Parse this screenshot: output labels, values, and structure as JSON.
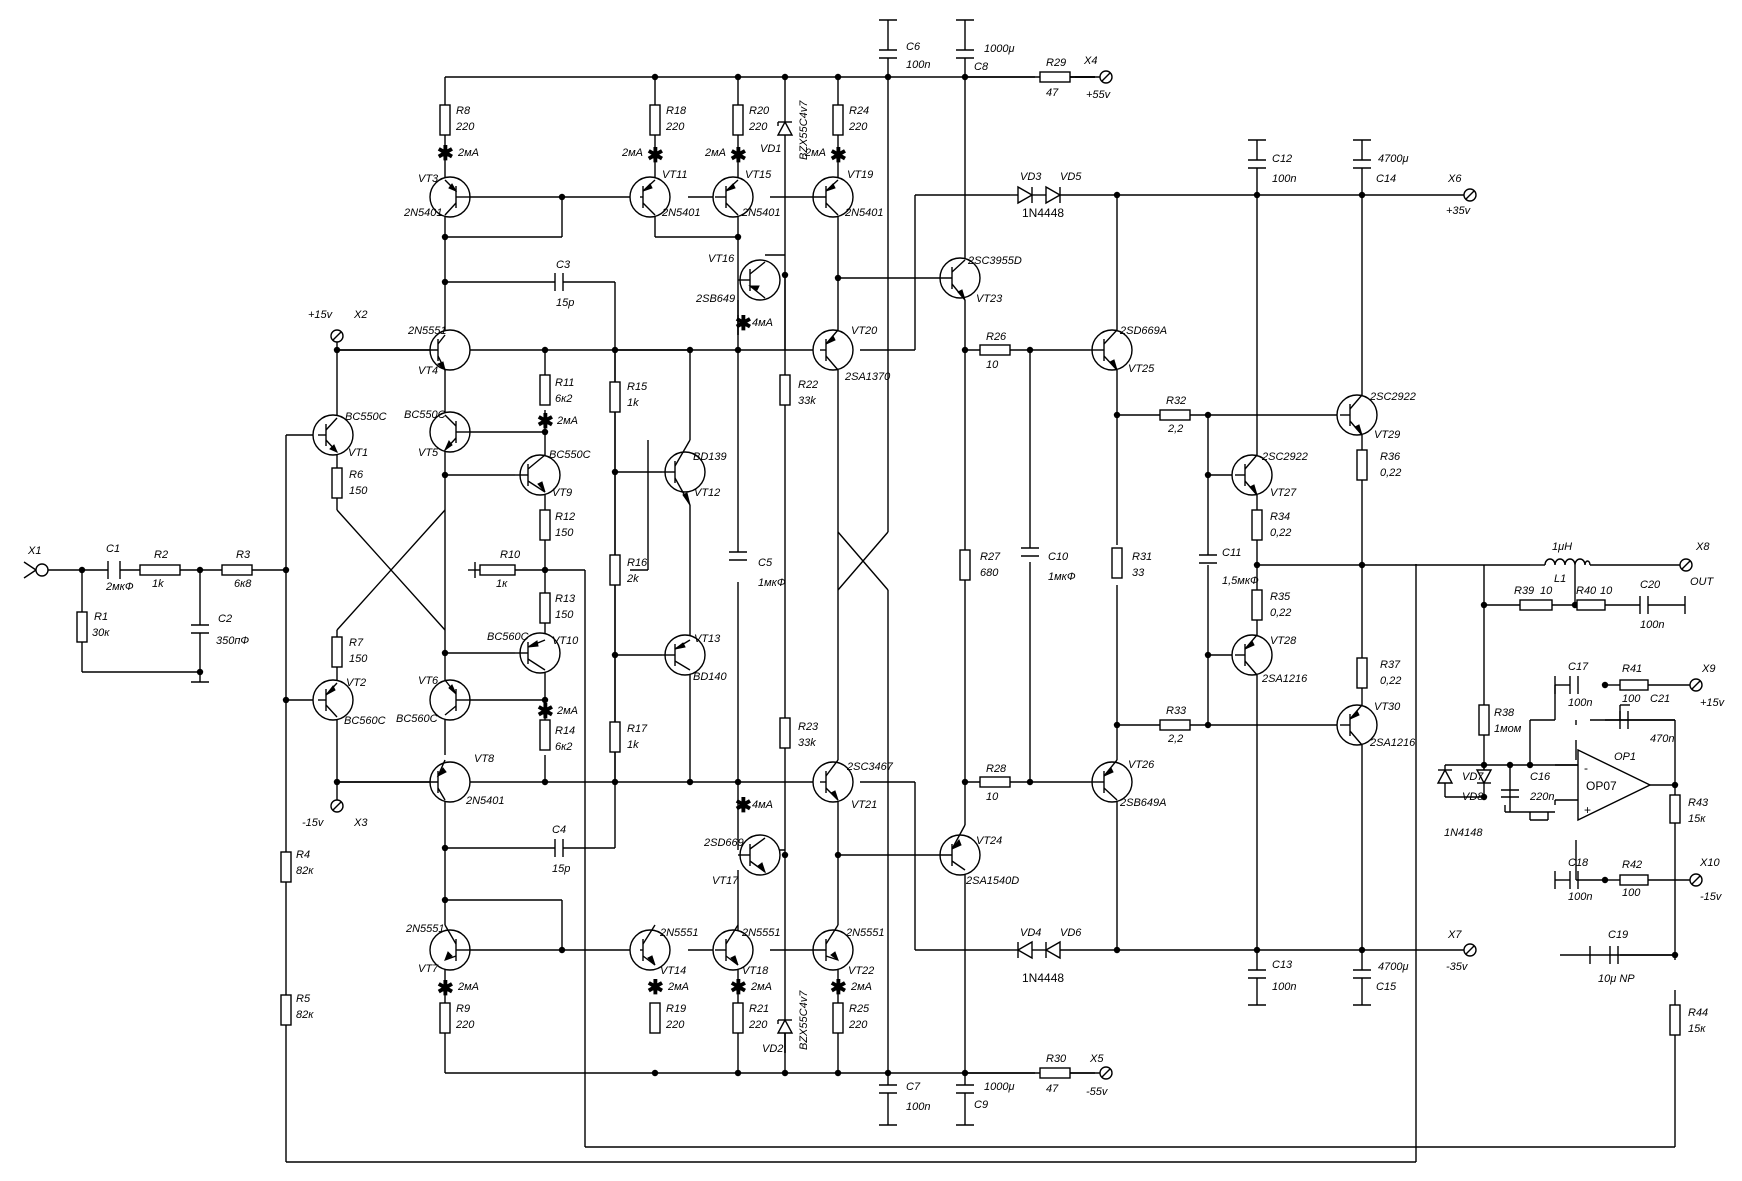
{
  "components": {
    "x1": "X1",
    "c1": "C1",
    "c1_val": "2мкФ",
    "r2": "R2",
    "r2_val": "1k",
    "r3": "R3",
    "r3_val": "6к8",
    "r1": "R1",
    "r1_val": "30к",
    "c2": "C2",
    "c2_val": "350пФ",
    "r4": "R4",
    "r4_val": "82к",
    "r5": "R5",
    "r5_val": "82к",
    "vt1": "VT1",
    "vt1_type": "BC550C",
    "vt2": "VT2",
    "vt2_type": "BC560C",
    "r6": "R6",
    "r6_val": "150",
    "r7": "R7",
    "r7_val": "150",
    "x2": "X2",
    "x2_v": "+15v",
    "x3": "X3",
    "x3_v": "-15v",
    "vt3": "VT3",
    "vt3_type": "2N5401",
    "r8": "R8",
    "r8_val": "220",
    "i8": "2мА",
    "vt4": "VT4",
    "vt4_type": "2N5551",
    "vt5": "VT5",
    "vt5_type": "BC550C",
    "vt6": "VT6",
    "vt6_type": "BC560C",
    "vt7": "VT7",
    "vt7_type": "2N5551",
    "vt8": "VT8",
    "vt8_type": "2N5401",
    "r9": "R9",
    "r9_val": "220",
    "i9": "2мА",
    "r11": "R11",
    "r11_val": "6к2",
    "i11": "2мА",
    "vt9": "VT9",
    "vt9_type": "BC550C",
    "r12": "R12",
    "r12_val": "150",
    "r10": "R10",
    "r10_val": "1к",
    "r13": "R13",
    "r13_val": "150",
    "vt10": "VT10",
    "vt10_type": "BC560C",
    "r14": "R14",
    "r14_val": "6к2",
    "i14": "2мА",
    "c3": "C3",
    "c3_val": "15p",
    "c4": "C4",
    "c4_val": "15p",
    "r15": "R15",
    "r15_val": "1k",
    "r16": "R16",
    "r16_val": "2k",
    "r17": "R17",
    "r17_val": "1k",
    "vt12": "VT12",
    "vt12_type": "BD139",
    "vt13": "VT13",
    "vt13_type": "BD140",
    "r18": "R18",
    "r18_val": "220",
    "i18": "2мА",
    "vt11": "VT11",
    "vt11_type": "2N5401",
    "r20": "R20",
    "r20_val": "220",
    "i20": "2мА",
    "vt15": "VT15",
    "vt15_type": "2N5401",
    "vd1": "VD1",
    "vd1_type": "BZX55C4v7",
    "r24": "R24",
    "r24_val": "220",
    "i24": "2мА",
    "vt19": "VT19",
    "vt19_type": "2N5401",
    "vt16": "VT16",
    "vt16_type": "2SB649",
    "i16": "4мА",
    "r22": "R22",
    "r22_val": "33k",
    "vt20": "VT20",
    "vt20_type": "2SA1370",
    "c5": "C5",
    "c5_val": "1мкФ",
    "r23": "R23",
    "r23_val": "33k",
    "vt21": "VT21",
    "vt21_type": "2SC3467",
    "i17": "4мА",
    "vt17": "VT17",
    "vt17_type": "2SD669",
    "vt14": "VT14",
    "vt14_type": "2N5551",
    "i14b": "2мА",
    "r19": "R19",
    "r19_val": "220",
    "vt18": "VT18",
    "vt18_type": "2N5551",
    "i18b": "2мА",
    "r21": "R21",
    "r21_val": "220",
    "vd2": "VD2",
    "vd2_type": "BZX55C4v7",
    "vt22": "VT22",
    "vt22_type": "2N5551",
    "i22": "2мА",
    "r25": "R25",
    "r25_val": "220",
    "c6": "C6",
    "c6_val": "100n",
    "c8": "C8",
    "c8_val": "1000μ",
    "r29": "R29",
    "r29_val": "47",
    "x4": "X4",
    "x4_v": "+55v",
    "c7": "C7",
    "c7_val": "100n",
    "c9": "C9",
    "c9_val": "1000μ",
    "r30": "R30",
    "r30_val": "47",
    "x5": "X5",
    "x5_v": "-55v",
    "vt23": "VT23",
    "vt23_type": "2SC3955D",
    "vt24": "VT24",
    "vt24_type": "2SA1540D",
    "vd3": "VD3",
    "vd5": "VD5",
    "vd35_type": "1N4448",
    "vd4": "VD4",
    "vd6": "VD6",
    "vd46_type": "1N4448",
    "r26": "R26",
    "r26_val": "10",
    "r27": "R27",
    "r27_val": "680",
    "r28": "R28",
    "r28_val": "10",
    "c10": "C10",
    "c10_val": "1мкФ",
    "vt25": "VT25",
    "vt25_type": "2SD669A",
    "vt26": "VT26",
    "vt26_type": "2SB649A",
    "r31": "R31",
    "r31_val": "33",
    "r32": "R32",
    "r32_val": "2,2",
    "r33": "R33",
    "r33_val": "2,2",
    "c11": "C11",
    "c11_val": "1,5мкФ",
    "vt27": "VT27",
    "vt27_type": "2SC2922",
    "r34": "R34",
    "r34_val": "0,22",
    "r35": "R35",
    "r35_val": "0,22",
    "vt28": "VT28",
    "vt28_type": "2SA1216",
    "c12": "C12",
    "c12_val": "100n",
    "c14": "C14",
    "c14_val": "4700μ",
    "x6": "X6",
    "x6_v": "+35v",
    "c13": "C13",
    "c13_val": "100n",
    "c15": "C15",
    "c15_val": "4700μ",
    "x7": "X7",
    "x7_v": "-35v",
    "vt29": "VT29",
    "vt29_type": "2SC2922",
    "r36": "R36",
    "r36_val": "0,22",
    "r37": "R37",
    "r37_val": "0,22",
    "vt30": "VT30",
    "vt30_type": "2SA1216",
    "l1": "L1",
    "l1_val": "1μH",
    "x8": "X8",
    "x8_lbl": "OUT",
    "r39": "R39",
    "r39_val": "10",
    "r40": "R40",
    "r40_val": "10",
    "c20": "C20",
    "c20_val": "100n",
    "r38": "R38",
    "r38_val": "1мом",
    "c17": "C17",
    "c17_val": "100n",
    "r41": "R41",
    "r41_val": "100",
    "x9": "X9",
    "x9_v": "+15v",
    "c21": "C21",
    "c21_val": "470n",
    "op1": "OP1",
    "op1_type": "OP07",
    "op_minus": "-",
    "op_plus": "+",
    "vd7": "VD7",
    "vd8": "VD8",
    "vd78_type": "1N4148",
    "c16": "C16",
    "c16_val": "220n",
    "r43": "R43",
    "r43_val": "15к",
    "c18": "C18",
    "c18_val": "100n",
    "r42": "R42",
    "r42_val": "100",
    "x10": "X10",
    "x10_v": "-15v",
    "c19": "C19",
    "c19_val": "10μ NP",
    "r44": "R44",
    "r44_val": "15к",
    "star": "✱"
  }
}
